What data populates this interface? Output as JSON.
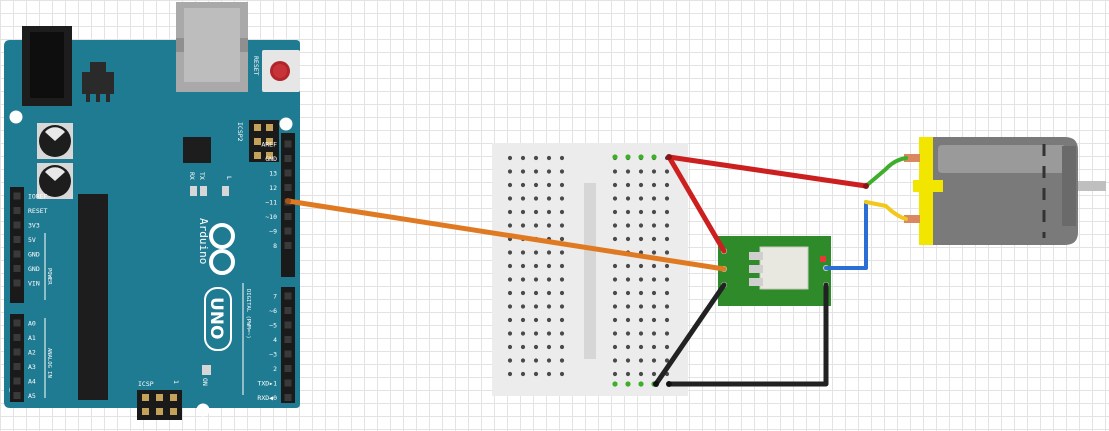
{
  "arduino": {
    "reset_label": "RESET",
    "icsp2_label": "ICSP2",
    "icsp_label": "ICSP",
    "icsp_pin1_label": "1",
    "tx_label": "TX",
    "rx_label": "RX",
    "l_label": "L",
    "brand_label": "Arduino",
    "model_label": "UNO",
    "on_label": "ON",
    "digital_label": "DIGITAL (PWM=~)",
    "power_label": "POWER",
    "analog_label": "ANALOG IN",
    "header_top_labels": [
      "AREF",
      "GND",
      "13",
      "12",
      "~11",
      "~10",
      "~9",
      "8"
    ],
    "header_bottom_labels": [
      "7",
      "~6",
      "~5",
      "4",
      "~3",
      "2",
      "TXD▸1",
      "RXD◀0"
    ],
    "power_labels": [
      "IOREF",
      "RESET",
      "3V3",
      "5V",
      "GND",
      "GND",
      "VIN"
    ],
    "analog_labels": [
      "A0",
      "A1",
      "A2",
      "A3",
      "A4",
      "A5"
    ]
  },
  "colors": {
    "board": "#1f7b92",
    "breadboard": "#ececec",
    "relay_pcb": "#2f8a2a",
    "wire_signal": "#e07a22",
    "wire_power": "#cc1f1f",
    "wire_ground": "#222222",
    "wire_blue": "#2b6fd6",
    "wire_green": "#3fae2a",
    "wire_yellow": "#f2c81a",
    "motor_body": "#7a7a7a",
    "motor_cap": "#f2e600"
  }
}
